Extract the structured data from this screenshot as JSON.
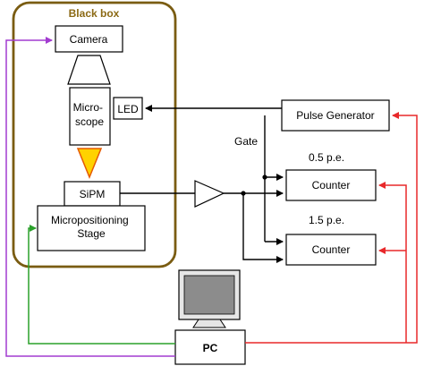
{
  "black_box": {
    "title": "Black box",
    "title_color": "#8B6914",
    "border_color": "#7A5C12"
  },
  "blocks": {
    "camera": "Camera",
    "microscope": "Micro-\nscope",
    "led": "LED",
    "sipm": "SiPM",
    "stage": "Micropositioning\nStage",
    "pulse_generator": "Pulse Generator",
    "counter_1": "Counter",
    "counter_2": "Counter",
    "pc": "PC"
  },
  "labels": {
    "gate": "Gate",
    "threshold_1": "0.5 p.e.",
    "threshold_2": "1.5 p.e."
  },
  "colors": {
    "red_link": "#e8282a",
    "green_link": "#2aa02a",
    "purple_link": "#a23bd0",
    "light_beam": "#ffd200",
    "light_beam_edge": "#e55a00",
    "monitor_screen": "#8c8c8c"
  }
}
